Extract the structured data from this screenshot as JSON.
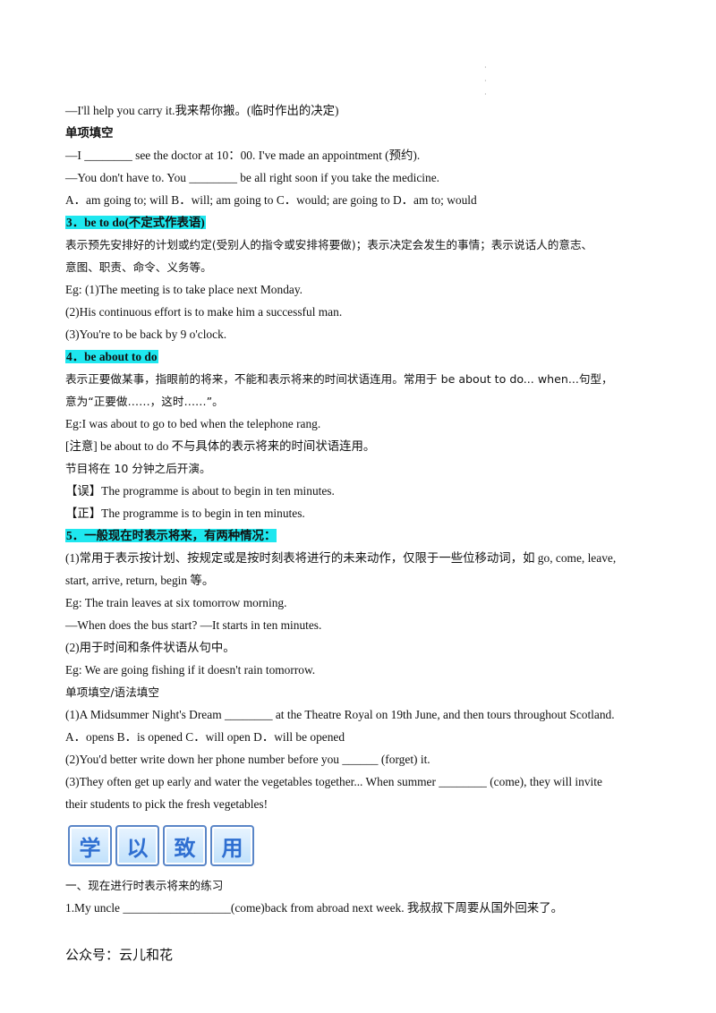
{
  "dots": [
    "·",
    "·",
    "·"
  ],
  "lines": [
    {
      "text": "—I'll help you carry it.我来帮你搬。(临时作出的决定)",
      "style": ""
    },
    {
      "text": "单项填空",
      "style": "bold"
    },
    {
      "text": "—I ________ see the doctor at 10：00. I've made an appointment (预约).",
      "style": ""
    },
    {
      "text": "—You don't have to. You ________ be all right soon if you take the medicine.",
      "style": ""
    },
    {
      "text": "A．am going to; will    B．will; am going to    C．would; are going to    D．am to; would",
      "style": ""
    },
    {
      "text": "3．be to do(不定式作表语)",
      "style": "hl"
    },
    {
      "text": "表示预先安排好的计划或约定(受别人的指令或安排将要做)；表示决定会发生的事情；表示说话人的意志、",
      "style": "cn"
    },
    {
      "text": "意图、职责、命令、义务等。",
      "style": "cn"
    },
    {
      "text": "Eg: (1)The meeting is to take place next Monday.",
      "style": ""
    },
    {
      "text": "(2)His continuous effort is to make him a successful man.",
      "style": ""
    },
    {
      "text": "(3)You're to be back by 9 o'clock.",
      "style": ""
    },
    {
      "text": "4．be about to do",
      "style": "hl"
    },
    {
      "text": "表示正要做某事，指眼前的将来，不能和表示将来的时间状语连用。常用于 be about to do... when...句型，",
      "style": "cn"
    },
    {
      "text": "意为“正要做……，这时……”。",
      "style": "cn"
    },
    {
      "text": "Eg:I was about to go to bed when the telephone rang.",
      "style": ""
    },
    {
      "text": "[注意] be about to do 不与具体的表示将来的时间状语连用。",
      "style": ""
    },
    {
      "text": "节目将在 10 分钟之后开演。",
      "style": "cn"
    },
    {
      "text": "【误】The programme is about to begin in ten minutes.",
      "style": ""
    },
    {
      "text": "【正】The programme is to begin in ten minutes.",
      "style": ""
    },
    {
      "text": "5．一般现在时表示将来，有两种情况：",
      "style": "hl"
    },
    {
      "text": "(1)常用于表示按计划、按规定或是按时刻表将进行的未来动作，仅限于一些位移动词，如 go, come, leave,",
      "style": ""
    },
    {
      "text": "start, arrive, return, begin 等。",
      "style": ""
    },
    {
      "text": "Eg:    The train leaves at six tomorrow morning.",
      "style": ""
    },
    {
      "text": "—When does the bus start?      —It starts in ten minutes.",
      "style": ""
    },
    {
      "text": "(2)用于时间和条件状语从句中。",
      "style": ""
    },
    {
      "text": "Eg: We are going fishing if it doesn't rain tomorrow.",
      "style": ""
    },
    {
      "text": "单项填空/语法填空",
      "style": "cn"
    },
    {
      "text": "(1)A Midsummer Night's Dream ________ at the Theatre Royal on 19th June, and then tours throughout Scotland.",
      "style": ""
    },
    {
      "text": "A．opens    B．is opened    C．will open    D．will be opened",
      "style": ""
    },
    {
      "text": "(2)You'd better write down her phone number before you ______ (forget) it.",
      "style": ""
    },
    {
      "text": "(3)They often get up early and water the vegetables together... When summer ________ (come), they will invite",
      "style": ""
    },
    {
      "text": "their students to pick the fresh vegetables!",
      "style": ""
    }
  ],
  "banner": {
    "chars": [
      "学",
      "以",
      "致",
      "用"
    ]
  },
  "exercise": {
    "heading": "一、现在进行时表示将来的练习",
    "item1": "1.My uncle __________________(come)back from abroad next week.  我叔叔下周要从国外回来了。"
  },
  "footer": "公众号：云儿和花"
}
